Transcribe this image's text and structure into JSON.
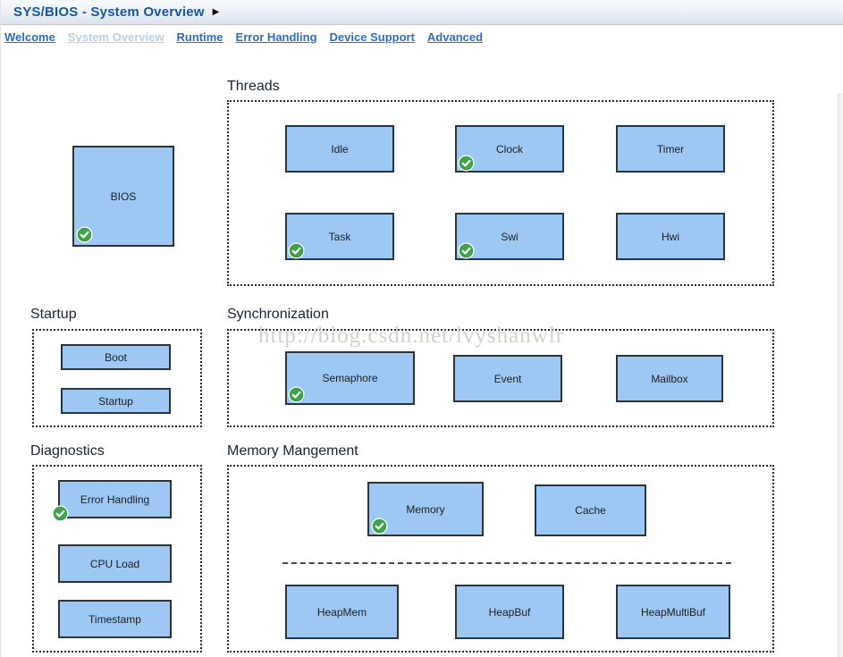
{
  "header": {
    "title": "SYS/BIOS - System Overview",
    "menu_arrow": "▶"
  },
  "nav": {
    "links": [
      {
        "label": "Welcome",
        "state": "enabled"
      },
      {
        "label": "System Overview",
        "state": "current"
      },
      {
        "label": "Runtime",
        "state": "enabled"
      },
      {
        "label": "Error Handling",
        "state": "enabled"
      },
      {
        "label": "Device Support",
        "state": "enabled"
      },
      {
        "label": "Advanced",
        "state": "enabled"
      }
    ]
  },
  "watermark": {
    "text": "http://blog.csdn.net/lvyshanwlr"
  },
  "modules": {
    "bios": {
      "label": "BIOS",
      "checked": true
    },
    "threads": {
      "title": "Threads",
      "items": [
        {
          "label": "Idle",
          "checked": false
        },
        {
          "label": "Clock",
          "checked": true
        },
        {
          "label": "Timer",
          "checked": false
        },
        {
          "label": "Task",
          "checked": true
        },
        {
          "label": "Swi",
          "checked": true
        },
        {
          "label": "Hwi",
          "checked": false
        }
      ]
    },
    "startup": {
      "title": "Startup",
      "items": [
        {
          "label": "Boot",
          "checked": false
        },
        {
          "label": "Startup",
          "checked": false
        }
      ]
    },
    "synchronization": {
      "title": "Synchronization",
      "items": [
        {
          "label": "Semaphore",
          "checked": true
        },
        {
          "label": "Event",
          "checked": false
        },
        {
          "label": "Mailbox",
          "checked": false
        }
      ]
    },
    "diagnostics": {
      "title": "Diagnostics",
      "items": [
        {
          "label": "Error Handling",
          "checked": true
        },
        {
          "label": "CPU Load",
          "checked": false
        },
        {
          "label": "Timestamp",
          "checked": false
        }
      ]
    },
    "memory": {
      "title": "Memory Mangement",
      "items_top": [
        {
          "label": "Memory",
          "checked": true
        },
        {
          "label": "Cache",
          "checked": false
        }
      ],
      "items_bottom": [
        {
          "label": "HeapMem",
          "checked": false
        },
        {
          "label": "HeapBuf",
          "checked": false
        },
        {
          "label": "HeapMultiBuf",
          "checked": false
        }
      ]
    }
  },
  "colors": {
    "module_fill": "#9dc8f3",
    "module_border": "#29343f",
    "title_text": "#1456a0",
    "link": "#2a6fc2",
    "link_disabled": "#b9cfe8",
    "check_green": "#3fa548"
  }
}
